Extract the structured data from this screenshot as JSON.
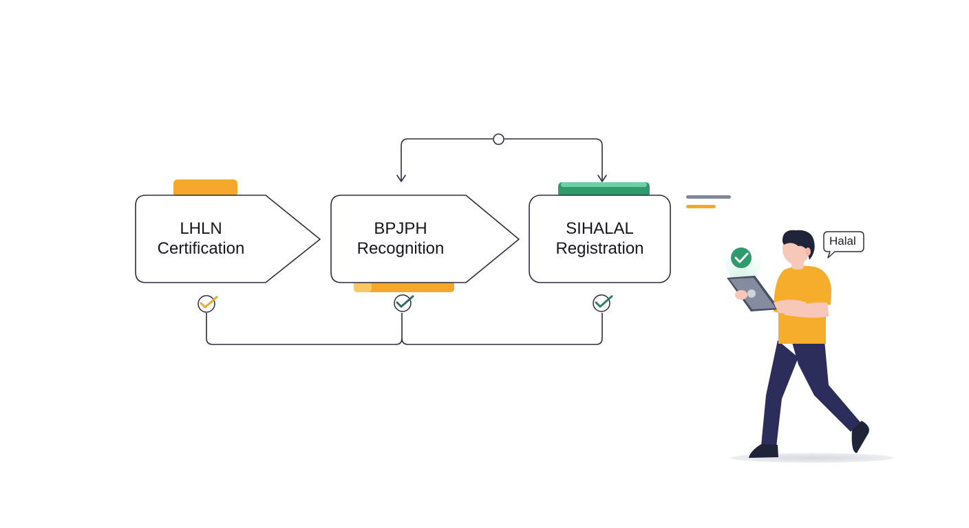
{
  "steps": [
    {
      "line1": "LHLN",
      "line2": "Certification"
    },
    {
      "line1": "BPJPH",
      "line2": "Recognition"
    },
    {
      "line1": "SIHALAL",
      "line2": "Registration"
    }
  ],
  "speech_bubble": {
    "text": "Halal"
  },
  "colors": {
    "stroke": "#2a2c3d",
    "accent_yellow": "#f5a82b",
    "accent_yellow_light": "#f8c766",
    "accent_green": "#2f9b6c",
    "accent_green_light": "#6fd0a5",
    "check_yellow": "#e9a82c",
    "check_green": "#2d7f5e",
    "check_teal": "#356a62",
    "shirt": "#f6ad2c",
    "pants": "#2c2d5b",
    "hair": "#1f2438",
    "skin": "#f7c8b8",
    "tablet": "#7f8699"
  }
}
